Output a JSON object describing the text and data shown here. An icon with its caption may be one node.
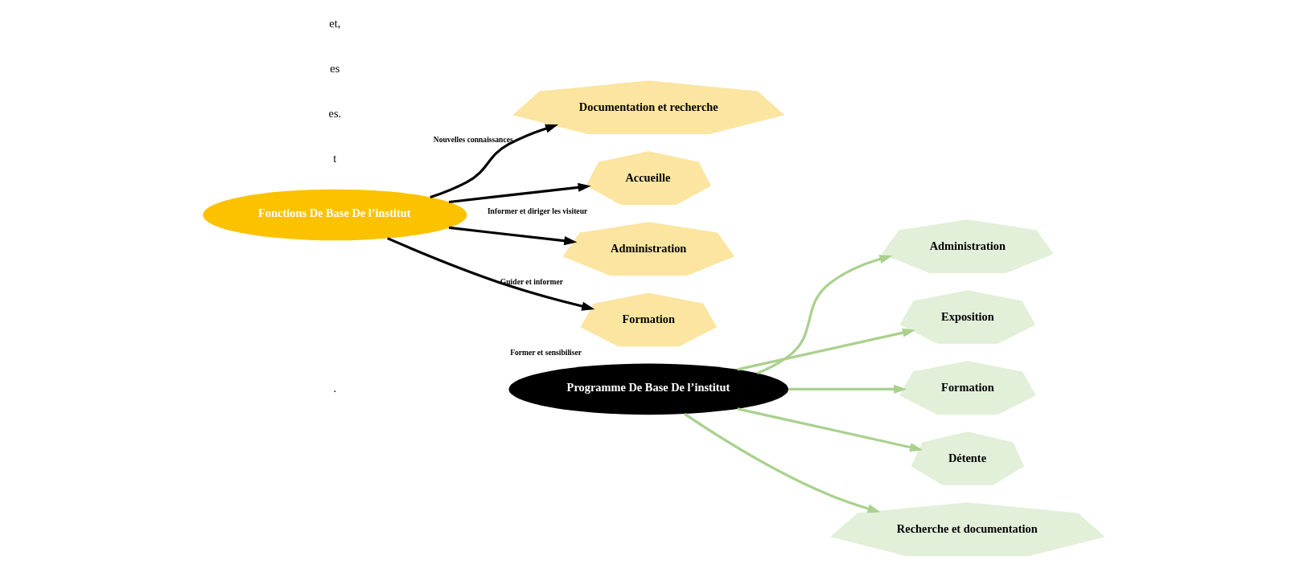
{
  "diagram": {
    "nodes": [
      {
        "text": [
          "Programme De Base De l’institut"
        ]
      },
      {
        "text": [
          "Administration"
        ]
      },
      {
        "text": [
          "Exposition"
        ]
      },
      {
        "text": [
          "Formation"
        ]
      },
      {
        "text": [
          "Détente"
        ]
      },
      {
        "text": [
          "Recherche et documentation"
        ]
      },
      {
        "text": [
          "Fonctions De Base De l’institut"
        ]
      },
      {
        "text": [
          "Documentation et recherche"
        ],
        "beside": [
          "Nouvelles connaissances"
        ]
      },
      {
        "text": [
          "Accueille"
        ],
        "beside": [
          "Informer et diriger les visiteur"
        ]
      },
      {
        "text": [
          "Administration"
        ],
        "beside": [
          "Guider et informer"
        ]
      },
      {
        "text": [
          "Formation"
        ],
        "beside": [
          "Former et sensibiliser"
        ]
      }
    ],
    "edges": [
      {
        "from": 0,
        "to": 1,
        "arrow": "to"
      },
      {
        "from": 0,
        "to": 2,
        "arrow": "to"
      },
      {
        "from": 0,
        "to": 3,
        "arrow": "to"
      },
      {
        "from": 0,
        "to": 4,
        "arrow": "to"
      },
      {
        "from": 0,
        "to": 5,
        "arrow": "to"
      },
      {
        "from": 6,
        "to": 7,
        "arrow": "to",
        "color": "#000000"
      },
      {
        "from": 6,
        "to": 8,
        "arrow": "to",
        "color": "#000000"
      },
      {
        "from": 6,
        "to": 9,
        "arrow": "to",
        "color": "#000000"
      },
      {
        "from": 6,
        "to": 10,
        "arrow": "to",
        "color": "#000000"
      }
    ],
    "labels": [
      "t",
      "es.",
      "es",
      "et,",
      "."
    ]
  }
}
